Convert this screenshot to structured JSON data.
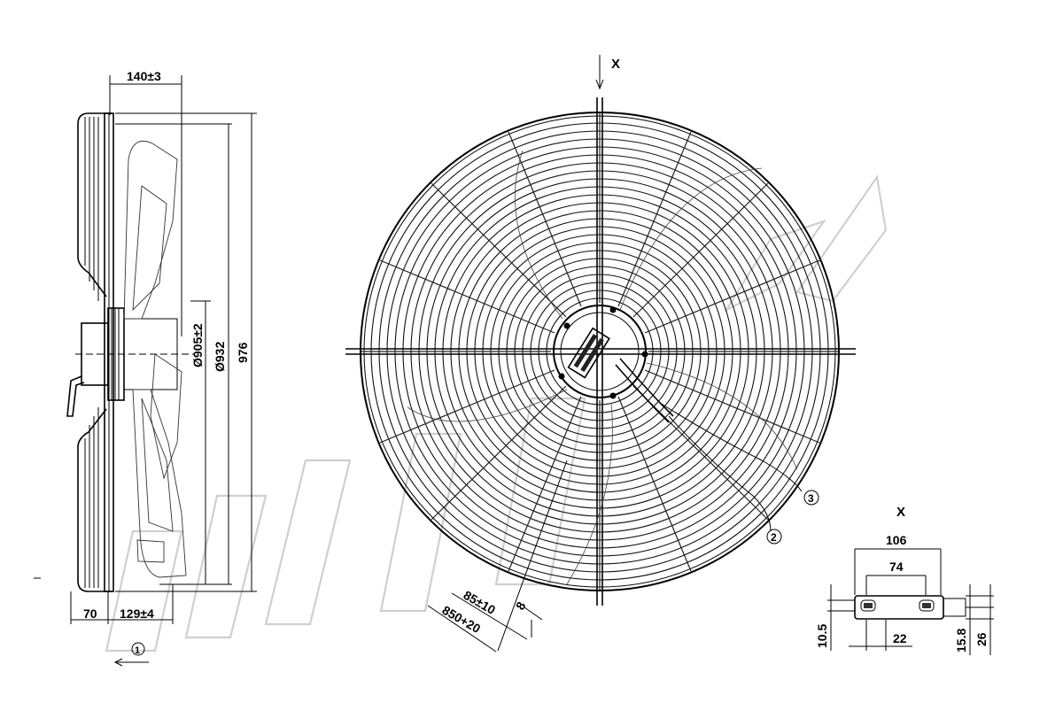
{
  "side_view": {
    "dim_top": "140±3",
    "dim_bottom_left": "70",
    "dim_bottom_mid": "129±4",
    "dia_hub": "Ø905±2",
    "dia_ring": "Ø932",
    "height": "976",
    "callout_1": "1",
    "dash_mark": "–"
  },
  "front_view": {
    "view_label": "X",
    "callout_2": "2",
    "callout_3": "3",
    "dim_small": "8",
    "dim_85": "85±10",
    "dim_850": "850+20"
  },
  "detail_x": {
    "title": "X",
    "width_outer": "106",
    "width_inner": "74",
    "dim_bottom": "22",
    "dim_left": "10.5",
    "dim_right_a": "15.8",
    "dim_right_b": "26"
  }
}
